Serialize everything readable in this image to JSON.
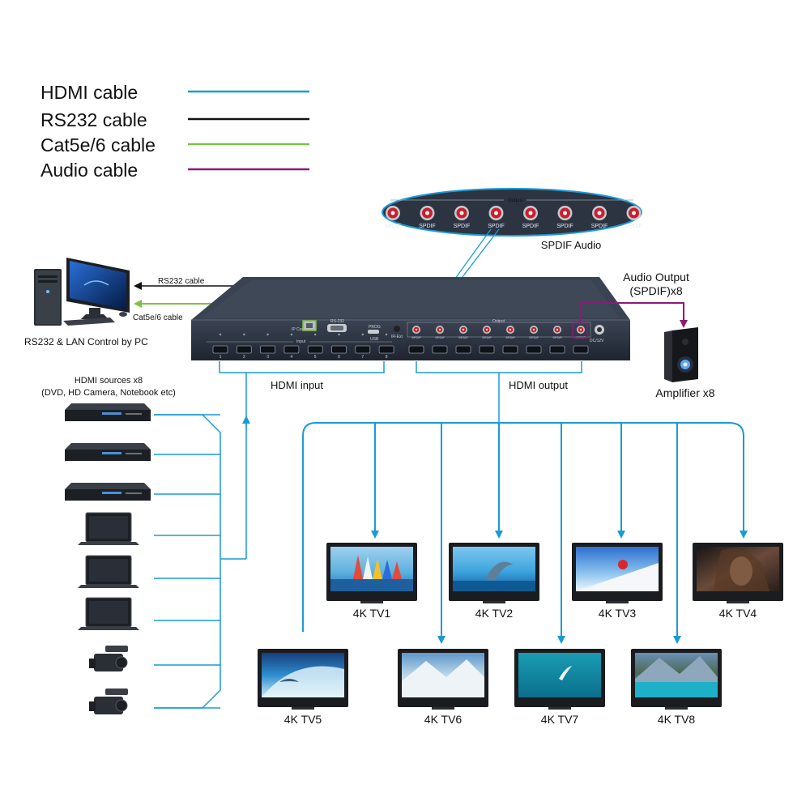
{
  "legend": [
    {
      "label": "HDMI cable",
      "color": "#1a9ad6"
    },
    {
      "label": "RS232 cable",
      "color": "#111111"
    },
    {
      "label": "Cat5e/6 cable",
      "color": "#7dc242"
    },
    {
      "label": "Audio cable",
      "color": "#8b1a7a"
    }
  ],
  "colors": {
    "hdmi": "#1a9ad6",
    "rs232": "#111111",
    "cat": "#7dc242",
    "audio": "#8b1a7a",
    "device": "#2c3442"
  },
  "pc": {
    "label": "RS232 & LAN Control by PC"
  },
  "links": {
    "rs232_label": "RS232 cable",
    "cat_label": "Cat5e/6 cable"
  },
  "spdif_panel": {
    "title": "Output",
    "port_label": "SPDIF",
    "caption": "SPDIF Audio"
  },
  "matrix": {
    "ip_control": "IP Control",
    "rs232": "RS-232",
    "prog": "PROG",
    "usb": "USB",
    "ir_ext": "IR-Ext",
    "input": "Input",
    "output": "Output",
    "dc": "DC/12V",
    "spdif": "SPDIF",
    "input_numbers": [
      "1",
      "2",
      "3",
      "4",
      "5",
      "6",
      "7",
      "8"
    ]
  },
  "audio_output": {
    "line1": "Audio Output",
    "line2": "(SPDIF)x8"
  },
  "amplifier": {
    "label": "Amplifier x8"
  },
  "hdmi_input": {
    "label": "HDMI input"
  },
  "hdmi_output": {
    "label": "HDMI output"
  },
  "sources": {
    "title_line1": "HDMI sources x8",
    "title_line2": "(DVD, HD Camera, Notebook etc)",
    "devices": [
      "dvd",
      "dvd",
      "dvd",
      "laptop",
      "laptop",
      "laptop",
      "camera",
      "camera"
    ]
  },
  "tvs": [
    {
      "label": "4K TV1",
      "scene": "sailboats"
    },
    {
      "label": "4K TV2",
      "scene": "dolphin"
    },
    {
      "label": "4K TV3",
      "scene": "skier"
    },
    {
      "label": "4K TV4",
      "scene": "woman"
    },
    {
      "label": "4K TV5",
      "scene": "wave"
    },
    {
      "label": "4K TV6",
      "scene": "snow-mountain"
    },
    {
      "label": "4K TV7",
      "scene": "sea-bird"
    },
    {
      "label": "4K TV8",
      "scene": "lake-mountain"
    }
  ]
}
